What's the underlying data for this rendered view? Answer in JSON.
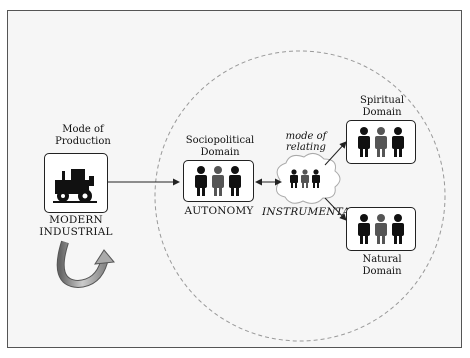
{
  "mode_of_production": {
    "title": [
      "Mode of",
      "Production"
    ],
    "label": [
      "MODERN",
      "INDUSTRIAL"
    ]
  },
  "sociopolitical": {
    "title": [
      "Sociopolitical",
      "Domain"
    ],
    "label": "AUTONOMY"
  },
  "relating": {
    "title": [
      "mode of",
      "relating"
    ],
    "label": "INSTRUMENTAL"
  },
  "spiritual": {
    "title": [
      "Spiritual",
      "Domain"
    ]
  },
  "natural": {
    "title": [
      "Natural",
      "Domain"
    ]
  },
  "colors": {
    "frame_bg": "#f6f6f6",
    "people_dark": "#111111",
    "people_mid": "#555555",
    "cycle_arrow": "#aaaaaa"
  }
}
